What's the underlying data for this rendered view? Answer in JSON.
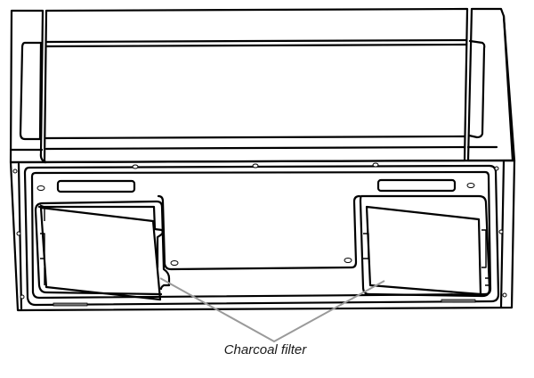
{
  "diagram": {
    "type": "technical-illustration",
    "subject": "Range hood underside view",
    "callouts": [
      {
        "label": "Charcoal filter",
        "targets": [
          "left-filter",
          "right-filter"
        ]
      }
    ]
  },
  "colors": {
    "line": "#000000",
    "leader": "#9a9a9a",
    "label_text": "#1a1a1a",
    "background": "#ffffff"
  }
}
